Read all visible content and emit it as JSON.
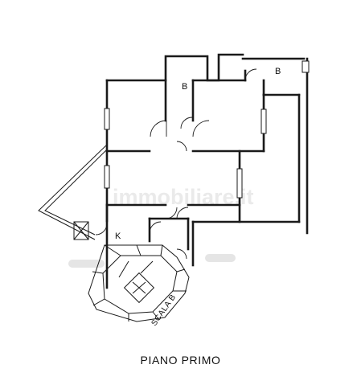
{
  "title": "PIANO PRIMO",
  "rooms": {
    "upper_small": "B",
    "upper_right": "B",
    "kitchen": "K"
  },
  "stair_label": "SCALA B",
  "watermark": "immobiliare.it"
}
